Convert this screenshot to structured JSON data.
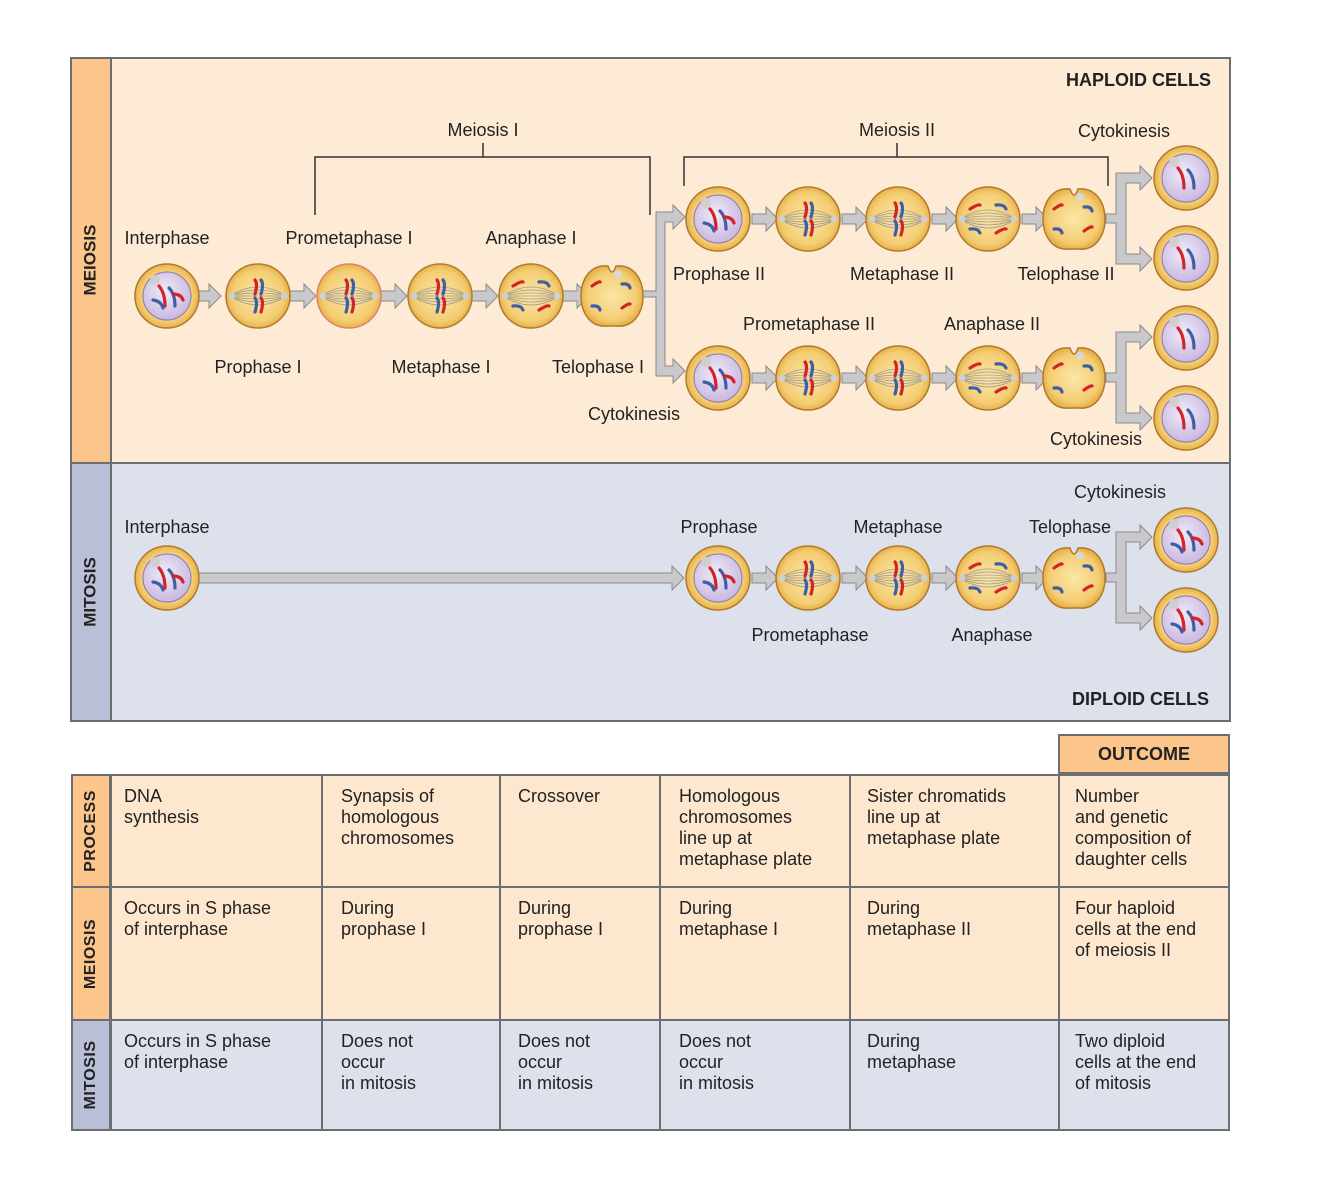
{
  "meiosis_panel": {
    "side_label": "MEIOSIS",
    "corner_label": "HAPLOID CELLS",
    "bracket_meiosis_1": "Meiosis I",
    "bracket_meiosis_2": "Meiosis II",
    "stages": {
      "interphase": "Interphase",
      "prophase_1": "Prophase I",
      "prometaphase_1": "Prometaphase I",
      "metaphase_1": "Metaphase I",
      "anaphase_1": "Anaphase I",
      "telophase_1": "Telophase I",
      "cytokinesis_1": "Cytokinesis",
      "prophase_2": "Prophase II",
      "metaphase_2": "Metaphase II",
      "telophase_2": "Telophase II",
      "prometaphase_2": "Prometaphase II",
      "anaphase_2": "Anaphase II",
      "cytokinesis_top": "Cytokinesis",
      "cytokinesis_bottom": "Cytokinesis"
    }
  },
  "mitosis_panel": {
    "side_label": "MITOSIS",
    "corner_label": "DIPLOID CELLS",
    "stages": {
      "interphase": "Interphase",
      "prophase": "Prophase",
      "prometaphase": "Prometaphase",
      "metaphase": "Metaphase",
      "anaphase": "Anaphase",
      "telophase": "Telophase",
      "cytokinesis": "Cytokinesis"
    }
  },
  "comparison_table": {
    "outcome_header": "OUTCOME",
    "rows": [
      {
        "label": "PROCESS",
        "cells": [
          "DNA\nsynthesis",
          "Synapsis of\nhomologous\nchromosomes",
          "Crossover",
          "Homologous\nchromosomes\nline up at\nmetaphase plate",
          "Sister chromatids\nline up at\nmetaphase plate",
          "Number\nand genetic\ncomposition of\ndaughter cells"
        ]
      },
      {
        "label": "MEIOSIS",
        "cells": [
          "Occurs in S phase\nof interphase",
          "During\nprophase I",
          "During\nprophase I",
          "During\nmetaphase I",
          "During\nmetaphase II",
          "Four haploid\ncells at the end\nof meiosis II"
        ]
      },
      {
        "label": "MITOSIS",
        "cells": [
          "Occurs in S phase\nof interphase",
          "Does not\noccur\nin mitosis",
          "Does not\noccur\nin mitosis",
          "Does not\noccur\nin mitosis",
          "During\nmetaphase",
          "Two diploid\ncells at the end\nof mitosis"
        ]
      }
    ]
  },
  "colors": {
    "meiosis_bg": "#fdebd5",
    "meiosis_side": "#fbc58b",
    "mitosis_bg": "#dde1ec",
    "mitosis_side": "#b9bfd6",
    "border": "#6d6e71",
    "cell_fill": "#f6d27c",
    "nucleus_fill": "#dcd0ec",
    "chromosome_red": "#d2232a",
    "chromosome_blue": "#3f5ea8",
    "arrow_fill": "#c9c9cb"
  }
}
